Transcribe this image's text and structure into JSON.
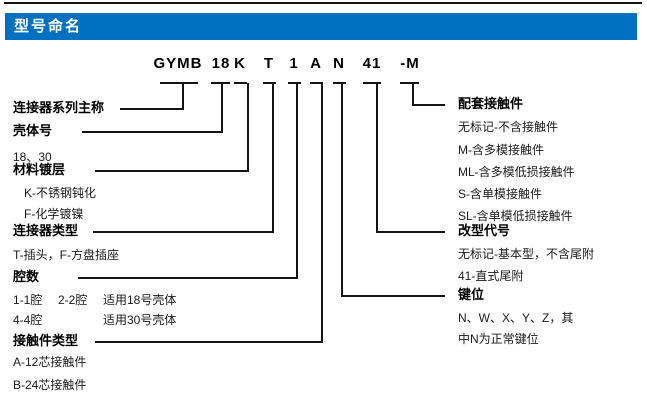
{
  "header": {
    "title": "型号命名"
  },
  "colors": {
    "accent_blue": "#0070C0",
    "line_color": "#141414"
  },
  "code": {
    "parts": [
      "GYMB",
      "18",
      "K",
      "T",
      "1",
      "A",
      "N",
      "41",
      "-M"
    ]
  },
  "left": {
    "series": {
      "title": "连接器系列主称"
    },
    "shell": {
      "title": "壳体号",
      "line1": "18、30"
    },
    "plating": {
      "title": "材料镀层",
      "line1": "K-不锈钢钝化",
      "line2": "F-化学镀镍"
    },
    "conn_type": {
      "title": "连接器类型",
      "line1": "T-插头，F-方盘插座"
    },
    "cavity": {
      "title": "腔数",
      "row1": {
        "c1": "1-1腔",
        "c2": "2-2腔",
        "c3": "适用18号壳体"
      },
      "row2": {
        "c1": "4-4腔",
        "c3": "适用30号壳体"
      }
    },
    "contact_type": {
      "title": "接触件类型",
      "line1": "A-12芯接触件",
      "line2": "B-24芯接触件"
    }
  },
  "right": {
    "mating": {
      "title": "配套接触件",
      "lines": [
        "无标记-不含接触件",
        "M-含多模接触件",
        "ML-含多模低损接触件",
        "S-含单模接触件",
        "SL-含单模低损接触件"
      ]
    },
    "variant": {
      "title": "改型代号",
      "lines": [
        "无标记-基本型，不含尾附",
        "41-直式尾附"
      ]
    },
    "key": {
      "title": "键位",
      "lines": [
        "N、W、X、Y、Z，其",
        "中N为正常键位"
      ]
    }
  }
}
